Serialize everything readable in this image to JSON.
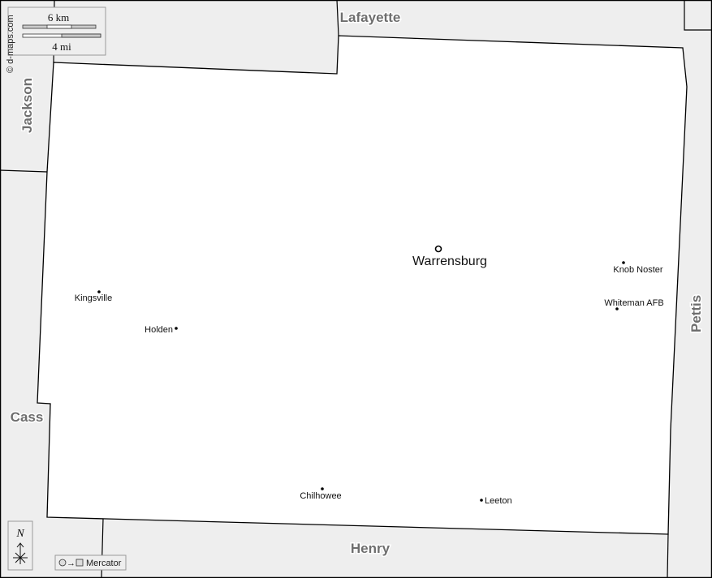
{
  "copyright": "© d-maps.com",
  "scale": {
    "km_label": "6 km",
    "mi_label": "4 mi"
  },
  "north_label": "N",
  "projection_label": "Mercator",
  "neighbors": {
    "lafayette": "Lafayette",
    "jackson": "Jackson",
    "cass": "Cass",
    "henry": "Henry",
    "pettis": "Pettis"
  },
  "places": {
    "warrensburg": "Warrensburg",
    "knob_noster": "Knob Noster",
    "whiteman_afb": "Whiteman AFB",
    "kingsville": "Kingsville",
    "holden": "Holden",
    "chilhowee": "Chilhowee",
    "leeton": "Leeton"
  },
  "colors": {
    "outside": "#eeeeee",
    "county": "#ffffff",
    "label": "#6e6e6e"
  }
}
